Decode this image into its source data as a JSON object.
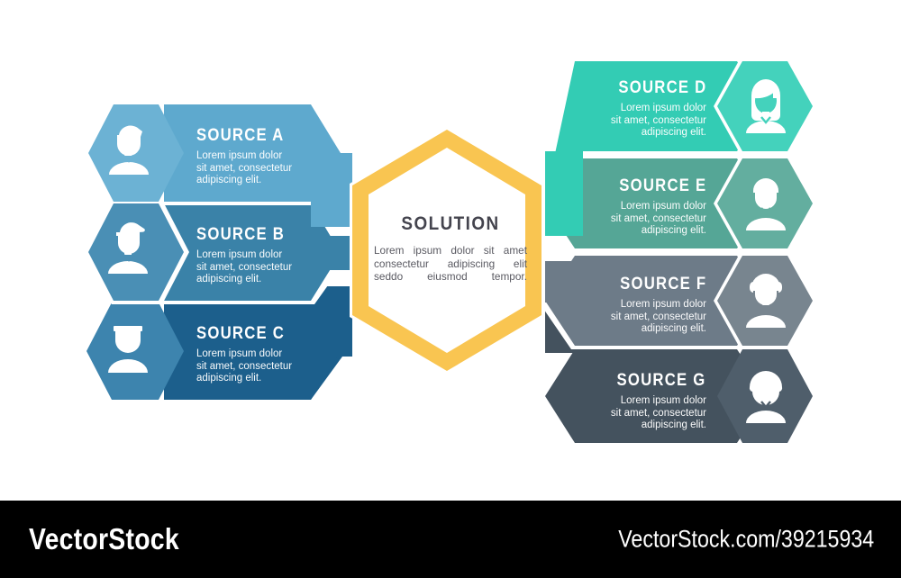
{
  "diagram": {
    "type": "hexagon-infographic",
    "center": {
      "title": "SOLUTION",
      "description": "Lorem ipsum dolor sit amet consectetur adipiscing elit seddo eiusmod tempor.",
      "outline_color": "#f9c551"
    },
    "left_items": [
      {
        "id": "source-a",
        "title": "SOURCE A",
        "description": "Lorem ipsum dolor\nsit amet, consectetur\nadipiscing elit.",
        "color": "#5ea9ce",
        "icon": "person-glasses-icon"
      },
      {
        "id": "source-b",
        "title": "SOURCE B",
        "description": "Lorem ipsum dolor\nsit amet, consectetur\nadipiscing elit.",
        "color": "#3a82a8",
        "icon": "person-cap-icon"
      },
      {
        "id": "source-c",
        "title": "SOURCE C",
        "description": "Lorem ipsum dolor\nsit amet, consectetur\nadipiscing elit.",
        "color": "#1c5f8c",
        "icon": "person-headband-icon"
      }
    ],
    "right_items": [
      {
        "id": "source-d",
        "title": "SOURCE D",
        "description": "Lorem ipsum dolor\nsit amet, consectetur\nadipiscing elit.",
        "color": "#33ccb4",
        "icon": "woman-longhair-icon"
      },
      {
        "id": "source-e",
        "title": "SOURCE E",
        "description": "Lorem ipsum dolor\nsit amet, consectetur\nadipiscing elit.",
        "color": "#55a696",
        "icon": "man-shorthair-icon"
      },
      {
        "id": "source-f",
        "title": "SOURCE F",
        "description": "Lorem ipsum dolor\nsit amet, consectetur\nadipiscing elit.",
        "color": "#6d7b88",
        "icon": "woman-headset-icon"
      },
      {
        "id": "source-g",
        "title": "SOURCE G",
        "description": "Lorem ipsum dolor\nsit amet, consectetur\nadipiscing elit.",
        "color": "#44525e",
        "icon": "person-curlyhair-icon"
      }
    ]
  },
  "footer": {
    "brand": "VectorStock",
    "url": "VectorStock.com/39215934",
    "background": "#000000"
  }
}
